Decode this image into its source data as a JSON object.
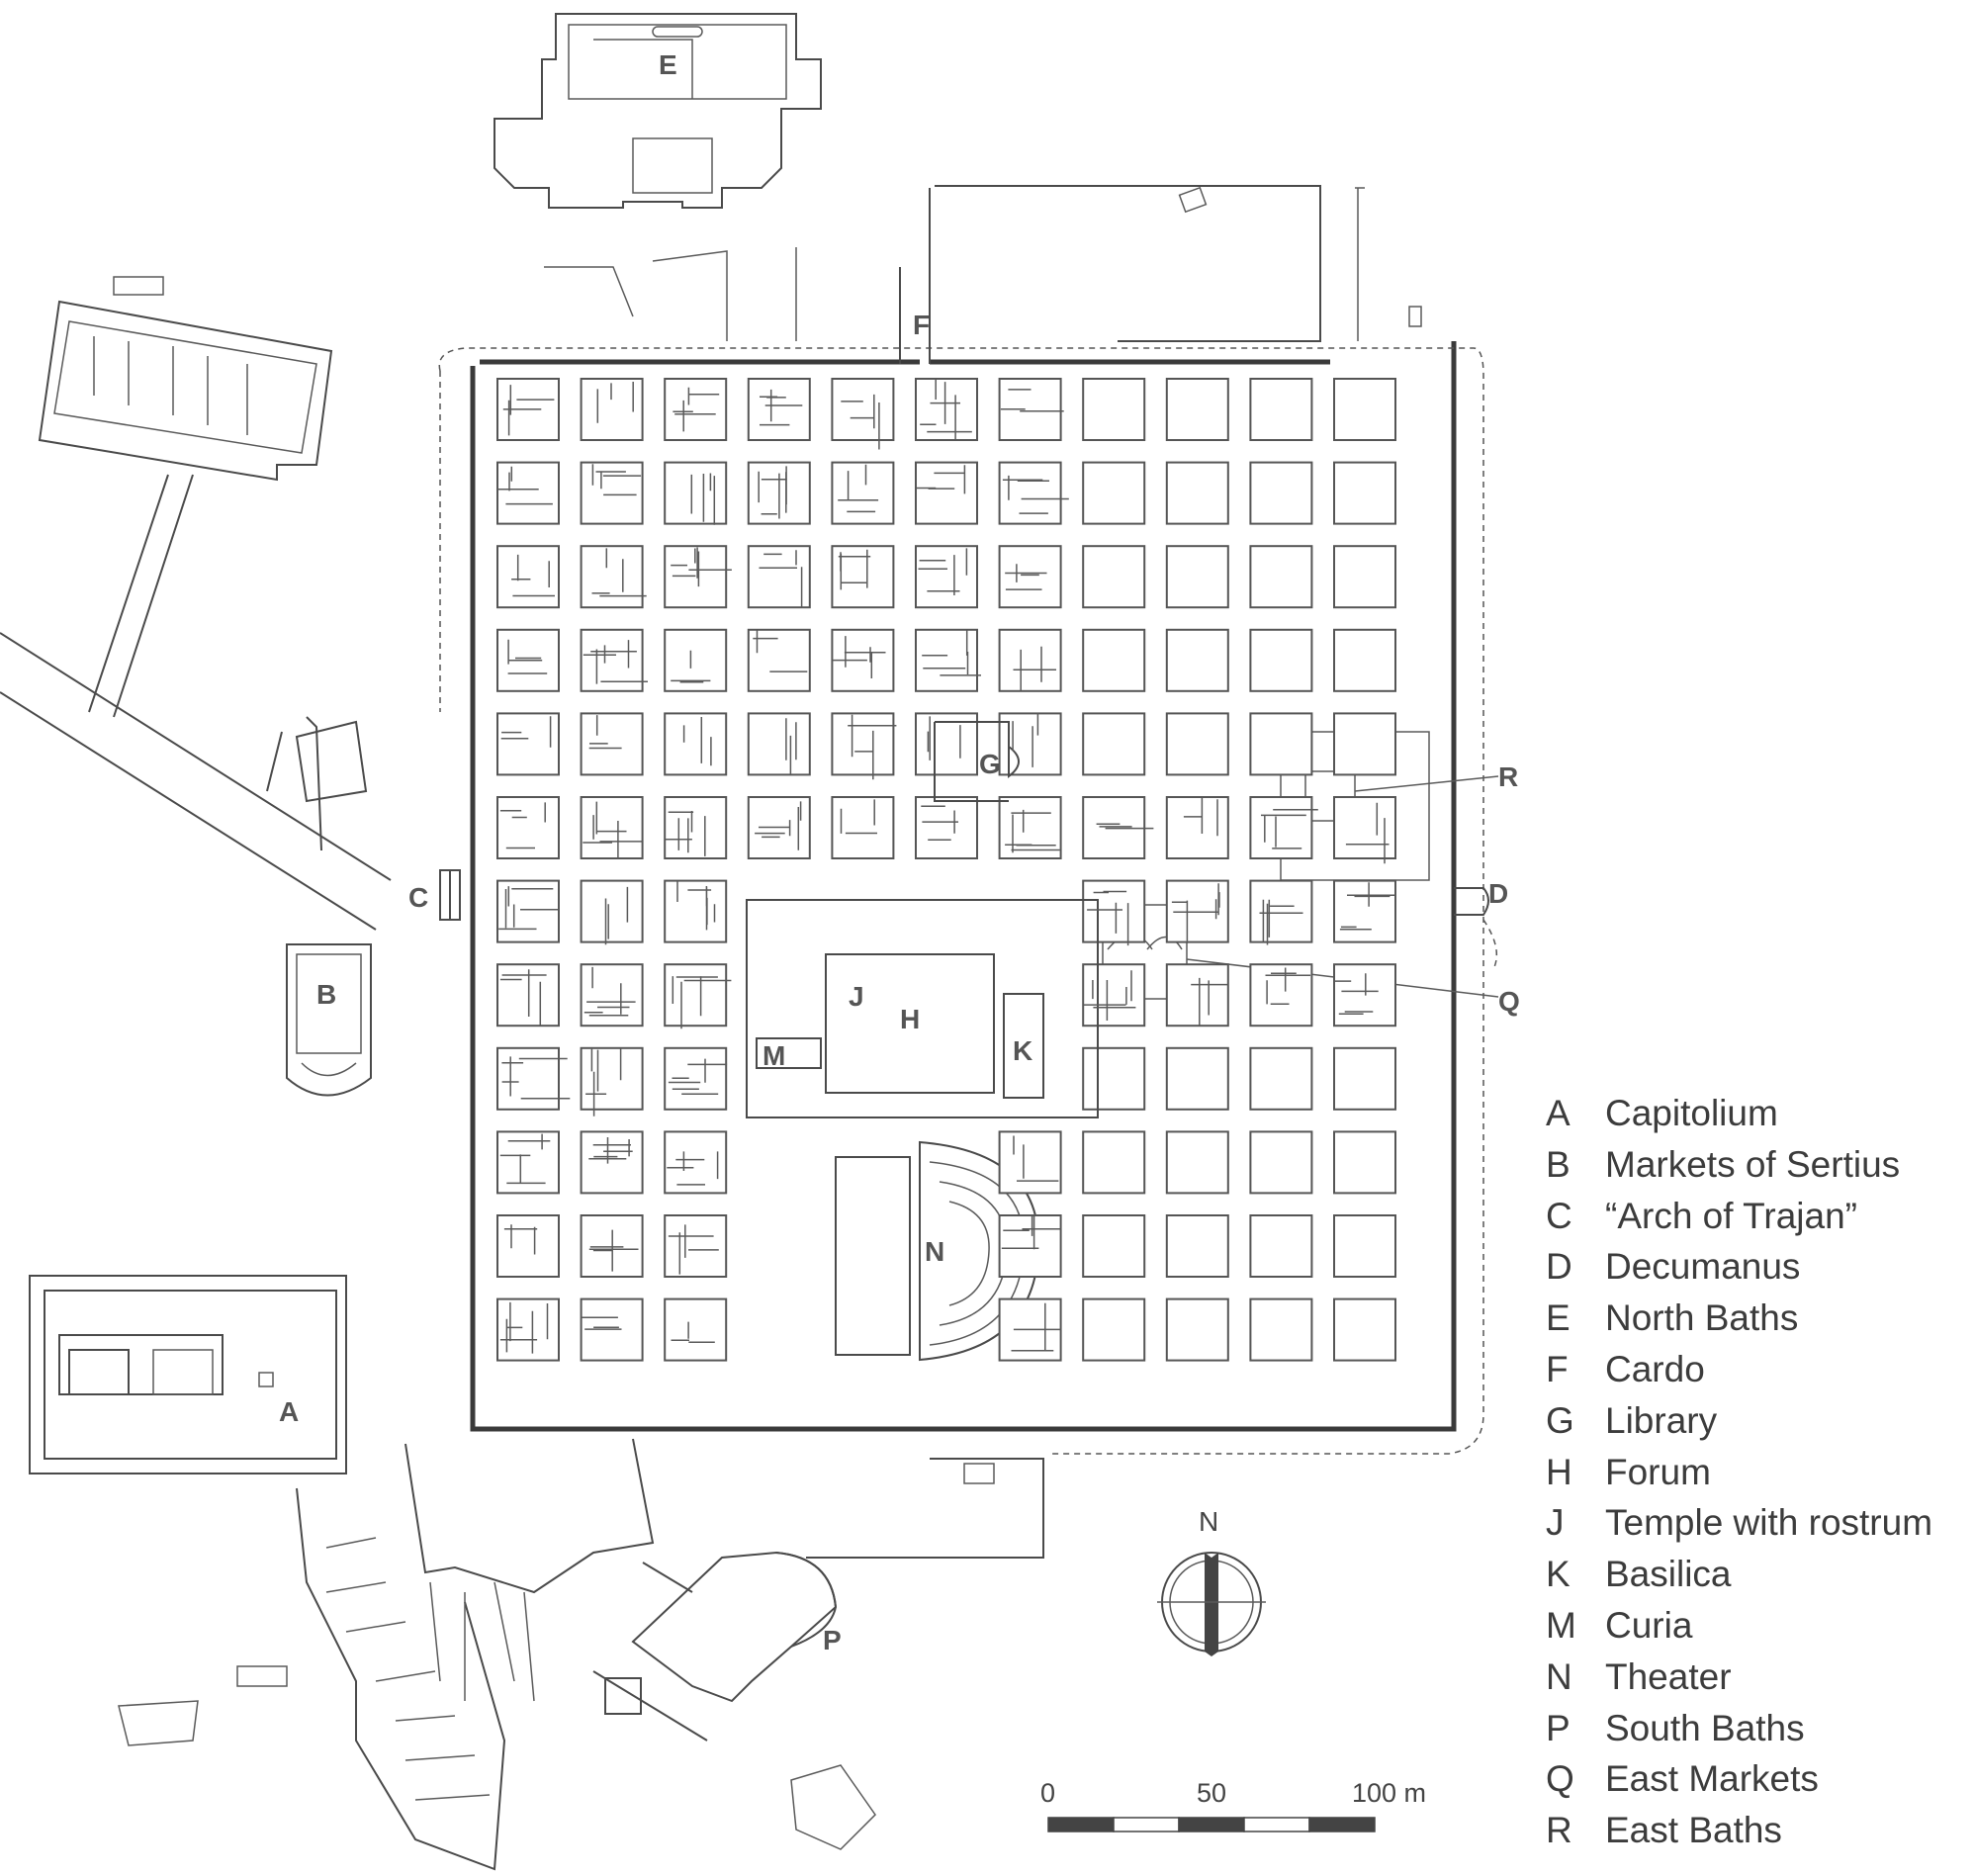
{
  "map_labels": [
    "A",
    "B",
    "C",
    "D",
    "E",
    "F",
    "G",
    "H",
    "J",
    "K",
    "M",
    "N",
    "P",
    "Q",
    "R"
  ],
  "legend": [
    {
      "key": "A",
      "name": "Capitolium"
    },
    {
      "key": "B",
      "name": "Markets of Sertius"
    },
    {
      "key": "C",
      "name": "“Arch of Trajan”"
    },
    {
      "key": "D",
      "name": "Decumanus"
    },
    {
      "key": "E",
      "name": "North Baths"
    },
    {
      "key": "F",
      "name": "Cardo"
    },
    {
      "key": "G",
      "name": "Library"
    },
    {
      "key": "H",
      "name": "Forum"
    },
    {
      "key": "J",
      "name": "Temple with rostrum"
    },
    {
      "key": "K",
      "name": "Basilica"
    },
    {
      "key": "M",
      "name": "Curia"
    },
    {
      "key": "N",
      "name": "Theater"
    },
    {
      "key": "P",
      "name": "South Baths"
    },
    {
      "key": "Q",
      "name": "East Markets"
    },
    {
      "key": "R",
      "name": "East Baths"
    }
  ],
  "north_arrow": {
    "label": "N",
    "icon": "compass-rose-icon"
  },
  "scale_bar": {
    "ticks": [
      "0",
      "50",
      "100 m"
    ],
    "max_value": 100,
    "unit": "m",
    "segments": 5
  },
  "colors": {
    "line": "#4a4a4a",
    "text": "#3c3c3c",
    "background": "#ffffff"
  }
}
